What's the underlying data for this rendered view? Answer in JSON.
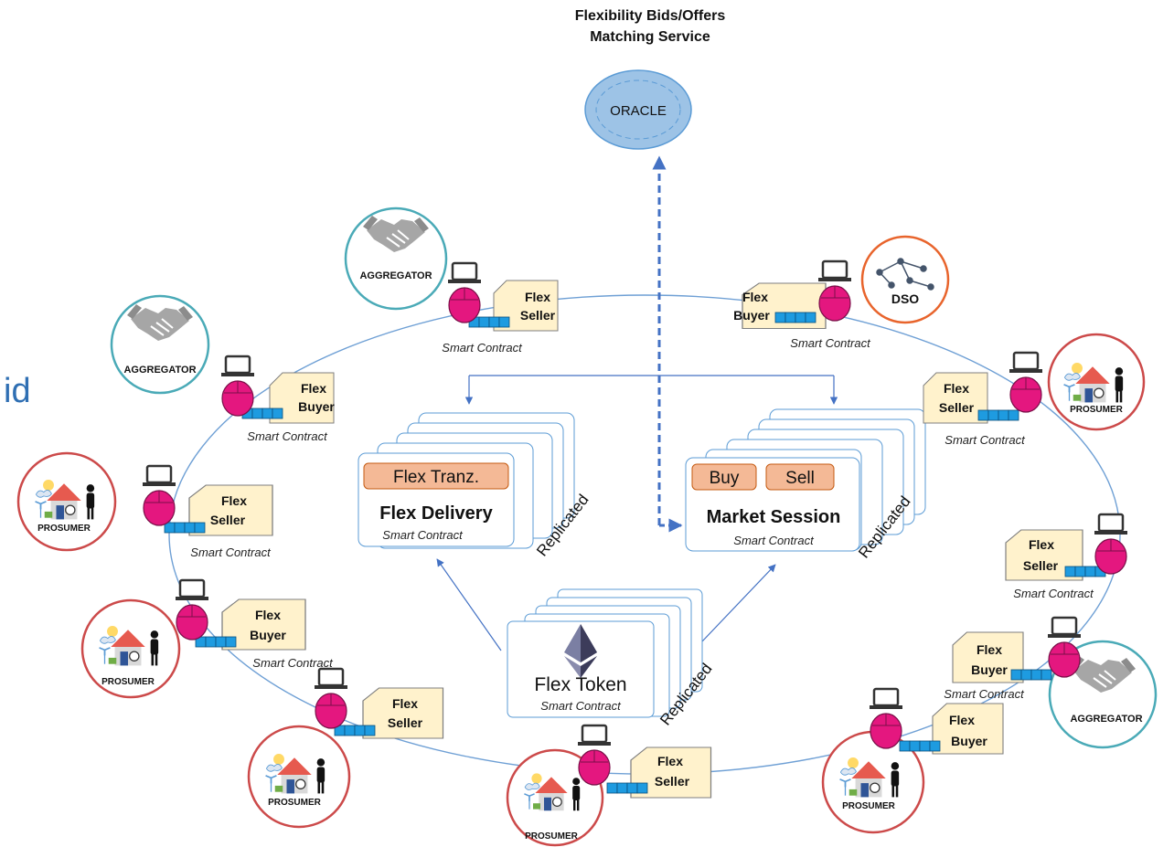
{
  "header": {
    "line1": "Flexibility Bids/Offers",
    "line2": "Matching Service"
  },
  "oracle": {
    "label": "ORACLE"
  },
  "edge_text": "id",
  "labels": {
    "aggregator": "AGGREGATOR",
    "prosumer": "PROSUMER",
    "dso": "DSO",
    "smart_contract": "Smart Contract",
    "flex": "Flex",
    "seller": "Seller",
    "buyer": "Buyer",
    "replicated": "Replicated"
  },
  "contracts": {
    "delivery": {
      "tag": "Flex Tranz.",
      "title": "Flex Delivery",
      "subtitle": "Smart Contract"
    },
    "market": {
      "tag_buy": "Buy",
      "tag_sell": "Sell",
      "title": "Market Session",
      "subtitle": "Smart Contract"
    },
    "token": {
      "title": "Flex Token",
      "subtitle": "Smart Contract"
    }
  },
  "participants": [
    {
      "id": "agg-top",
      "entity": "aggregator",
      "role": "seller"
    },
    {
      "id": "dso",
      "entity": "dso",
      "role": "buyer"
    },
    {
      "id": "agg-left",
      "entity": "aggregator",
      "role": "buyer"
    },
    {
      "id": "pros-right-1",
      "entity": "prosumer",
      "role": "seller"
    },
    {
      "id": "pros-left-1",
      "entity": "prosumer",
      "role": "seller"
    },
    {
      "id": "right-seller-2",
      "entity": "none",
      "role": "seller"
    },
    {
      "id": "pros-left-2",
      "entity": "prosumer",
      "role": "buyer"
    },
    {
      "id": "agg-right",
      "entity": "aggregator",
      "role": "buyer"
    },
    {
      "id": "pros-bl",
      "entity": "prosumer",
      "role": "seller"
    },
    {
      "id": "pros-br",
      "entity": "prosumer",
      "role": "buyer"
    },
    {
      "id": "pros-bottom",
      "entity": "prosumer",
      "role": "seller"
    }
  ],
  "colors": {
    "node_pink": "#e4177f",
    "ledger_blue": "#1e9be0",
    "doc_fill": "#fff2cc",
    "tag_fill": "#f4b996",
    "aggregator_ring": "#4aaab7",
    "prosumer_ring": "#cc4a4a",
    "dso_ring": "#e8642c",
    "oracle_fill": "#9dc3e6",
    "connector": "#4472c4"
  }
}
